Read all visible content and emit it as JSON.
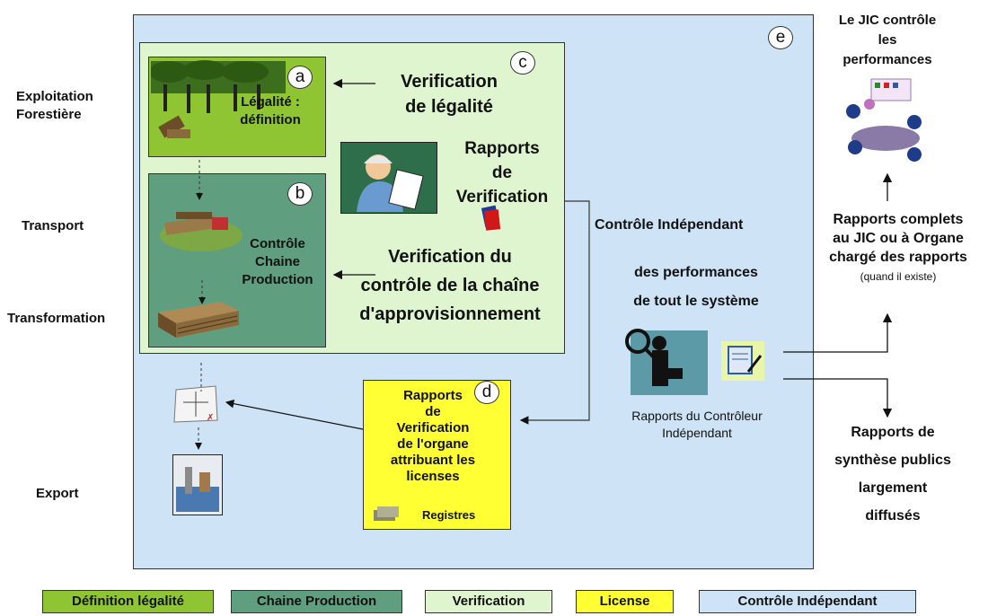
{
  "side_labels": {
    "exploitation": "Exploitation\nForestière",
    "transport": "Transport",
    "transformation": "Transformation",
    "export": "Export"
  },
  "markers": {
    "a": "a",
    "b": "b",
    "c": "c",
    "d": "d",
    "e": "e"
  },
  "box_a": {
    "text": "Légalité :\ndéfinition"
  },
  "box_b": {
    "text": "Contrôle\nChaine\nProduction"
  },
  "box_c": {
    "verif_legalite": "Verification\nde légalité",
    "rapports_verif": "Rapports\nde\nVerification",
    "verif_chaine": "Verification du\ncontrôle de la chaîne\nd'approvisionnement"
  },
  "box_d": {
    "text": "Rapports\nde\nVerification\nde l'organe\nattribuant les\nlicenses",
    "registres": "Registres"
  },
  "independent": {
    "title": "Contrôle Indépendant",
    "subtitle": "des performances\nde tout le système",
    "reports": "Rapports du Contrôleur\nIndépendant"
  },
  "right_column": {
    "jic_title": "Le JIC contrôle\nles\nperformances",
    "complete_reports": "Rapports complets\nau JIC ou à Organe\nchargé des rapports",
    "when_exists": "(quand il existe)",
    "public_reports": "Rapports de\nsynthèse publics\nlargement\ndiffusés"
  },
  "legend": [
    {
      "label": "Définition légalité",
      "color": "#8fc433"
    },
    {
      "label": "Chaine Production",
      "color": "#5f9e7f"
    },
    {
      "label": "Verification",
      "color": "#dff5cf"
    },
    {
      "label": "License",
      "color": "#ffff33"
    },
    {
      "label": "Contrôle Indépendant",
      "color": "#cfe3f7"
    }
  ]
}
